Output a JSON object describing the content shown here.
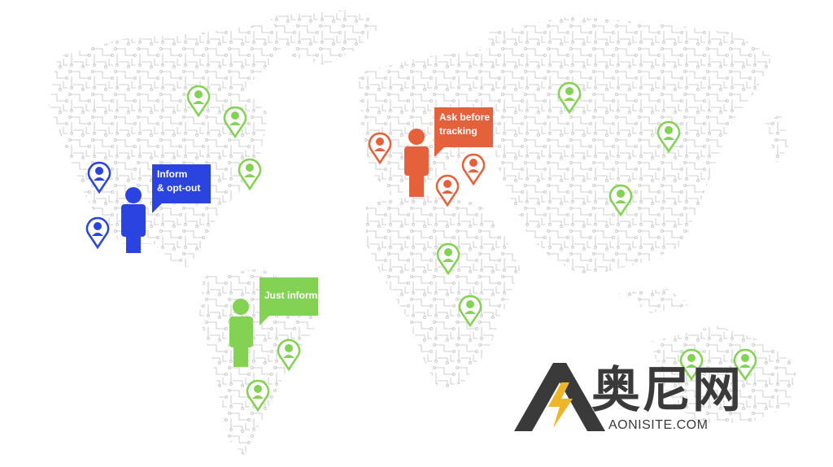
{
  "colors": {
    "blue": "#2b44e0",
    "orange": "#e5613b",
    "green": "#84d254",
    "circuit": "#cfcfcf",
    "logo": "#3a3a3a",
    "bolt": "#f0b429"
  },
  "bubbles": {
    "blue": {
      "line1": "Inform",
      "line2": "& opt-out"
    },
    "orange": {
      "line1": "Ask before",
      "line2": "tracking"
    },
    "green": {
      "line1": "Just inform"
    }
  },
  "logo": {
    "text": "奥尼网",
    "subtext": "AONISITE.COM",
    "mark_icon": "lightning-a-icon"
  },
  "icons": {
    "pin": "location-pin-person-icon",
    "person": "person-silhouette-icon"
  }
}
